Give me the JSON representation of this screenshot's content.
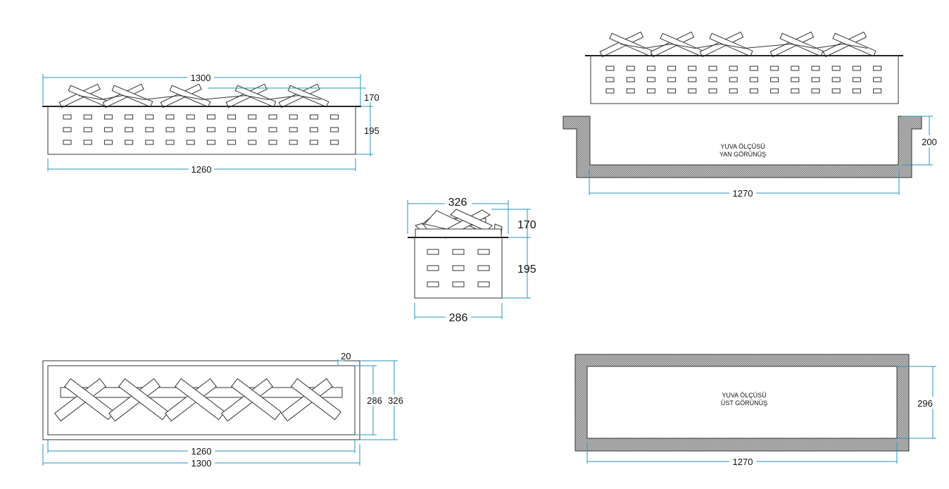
{
  "colors": {
    "dimension": "#2596be",
    "outline": "#333333",
    "hatch": "#8a8a8a"
  },
  "front_view": {
    "total_width": "1300",
    "flame_height": "170",
    "body_height": "195",
    "body_width": "1260"
  },
  "side_view": {
    "total_width": "326",
    "flame_height": "170",
    "body_height": "195",
    "body_width": "286"
  },
  "top_view": {
    "frame_width": "20",
    "inner_depth": "286",
    "total_depth": "326",
    "inner_width": "1260",
    "total_width": "1300"
  },
  "niche_side": {
    "title_line1": "YUVA ÖLÇÜSÜ",
    "title_line2": "YAN GÖRÜNÜŞ",
    "height": "200",
    "width": "1270"
  },
  "niche_top": {
    "title_line1": "YUVA ÖLÇÜSÜ",
    "title_line2": "ÜST GÖRÜNÜŞ",
    "depth": "296",
    "width": "1270"
  }
}
